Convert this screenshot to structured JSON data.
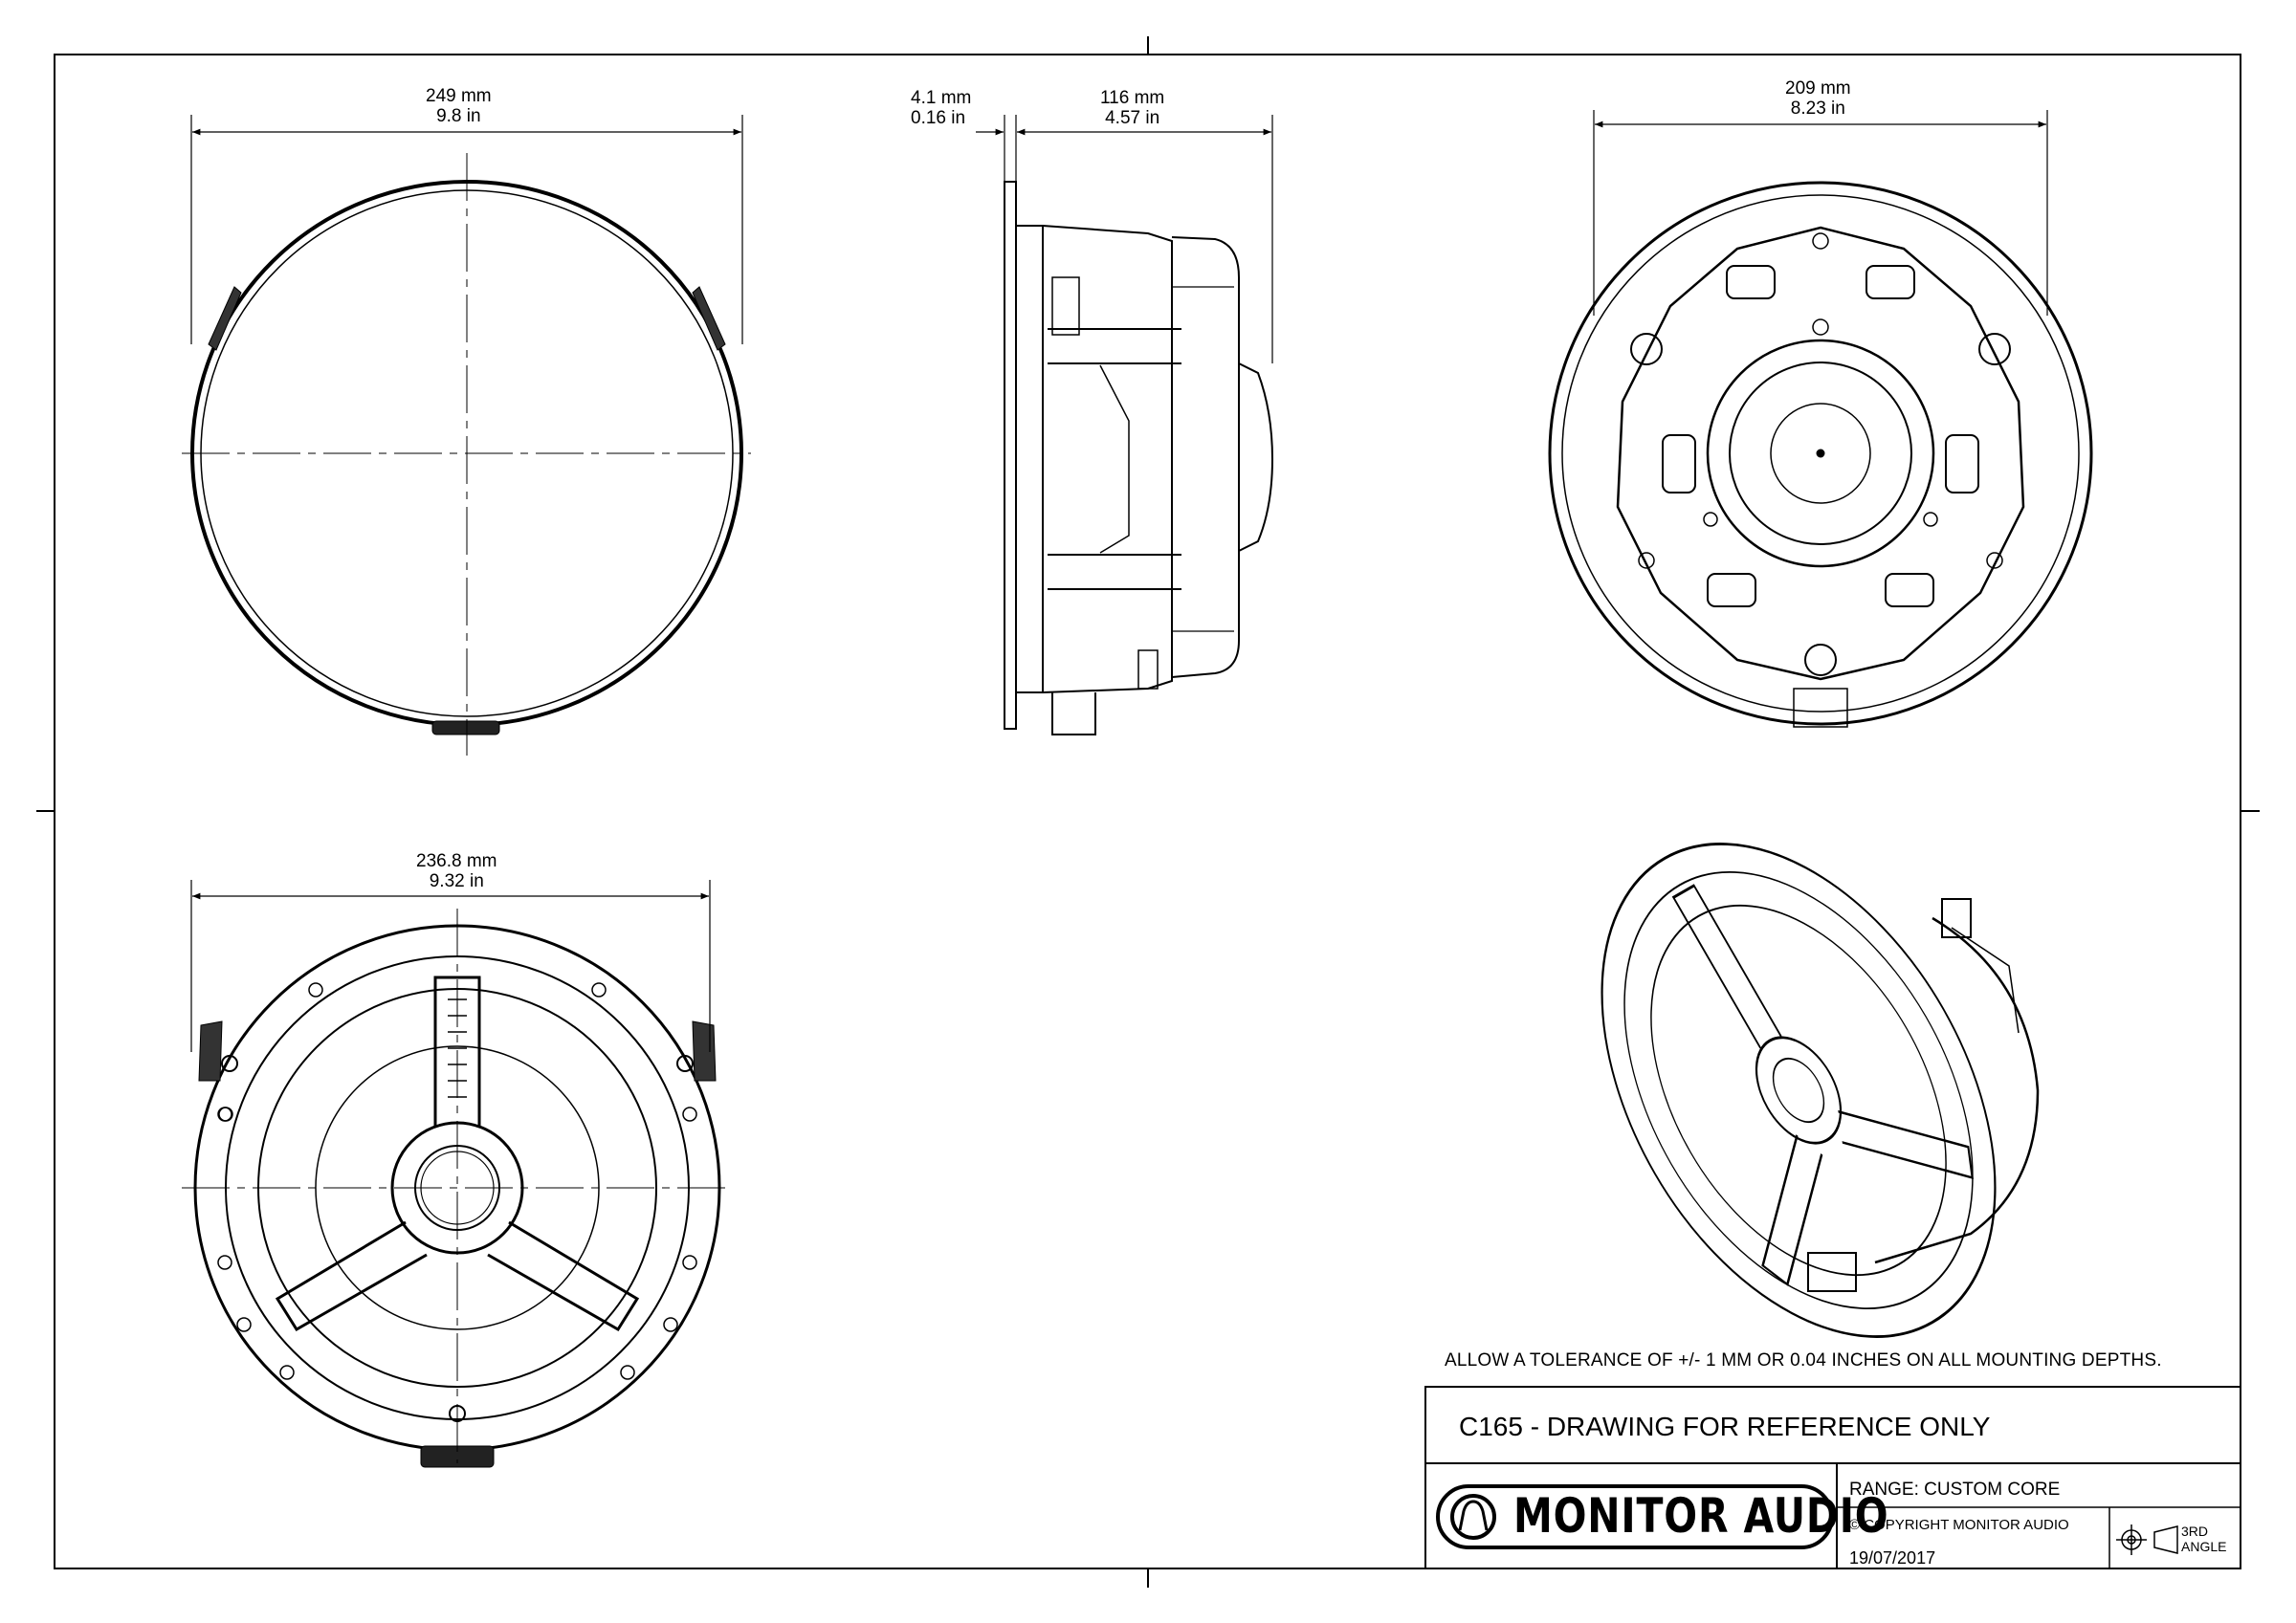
{
  "dimensions": {
    "front_width": {
      "mm": "249 mm",
      "in": "9.8 in"
    },
    "flange_thickness": {
      "mm": "4.1 mm",
      "in": "0.16 in"
    },
    "depth": {
      "mm": "116 mm",
      "in": "4.57 in"
    },
    "rear_width": {
      "mm": "209 mm",
      "in": "8.23 in"
    },
    "cutout": {
      "mm": "236.8 mm",
      "in": "9.32 in"
    }
  },
  "tolerance_note": "ALLOW A TOLERANCE OF +/- 1 MM OR 0.04 INCHES ON ALL MOUNTING DEPTHS.",
  "title_block": {
    "title": "C165 - DRAWING FOR REFERENCE ONLY",
    "brand": "MONITOR AUDIO",
    "range": "RANGE: CUSTOM CORE",
    "copyright": "© COPYRIGHT MONITOR AUDIO",
    "date": "19/07/2017",
    "projection_line1": "3RD",
    "projection_line2": "ANGLE"
  },
  "colors": {
    "line": "#000000",
    "background": "#ffffff",
    "hatch": "#888888"
  }
}
